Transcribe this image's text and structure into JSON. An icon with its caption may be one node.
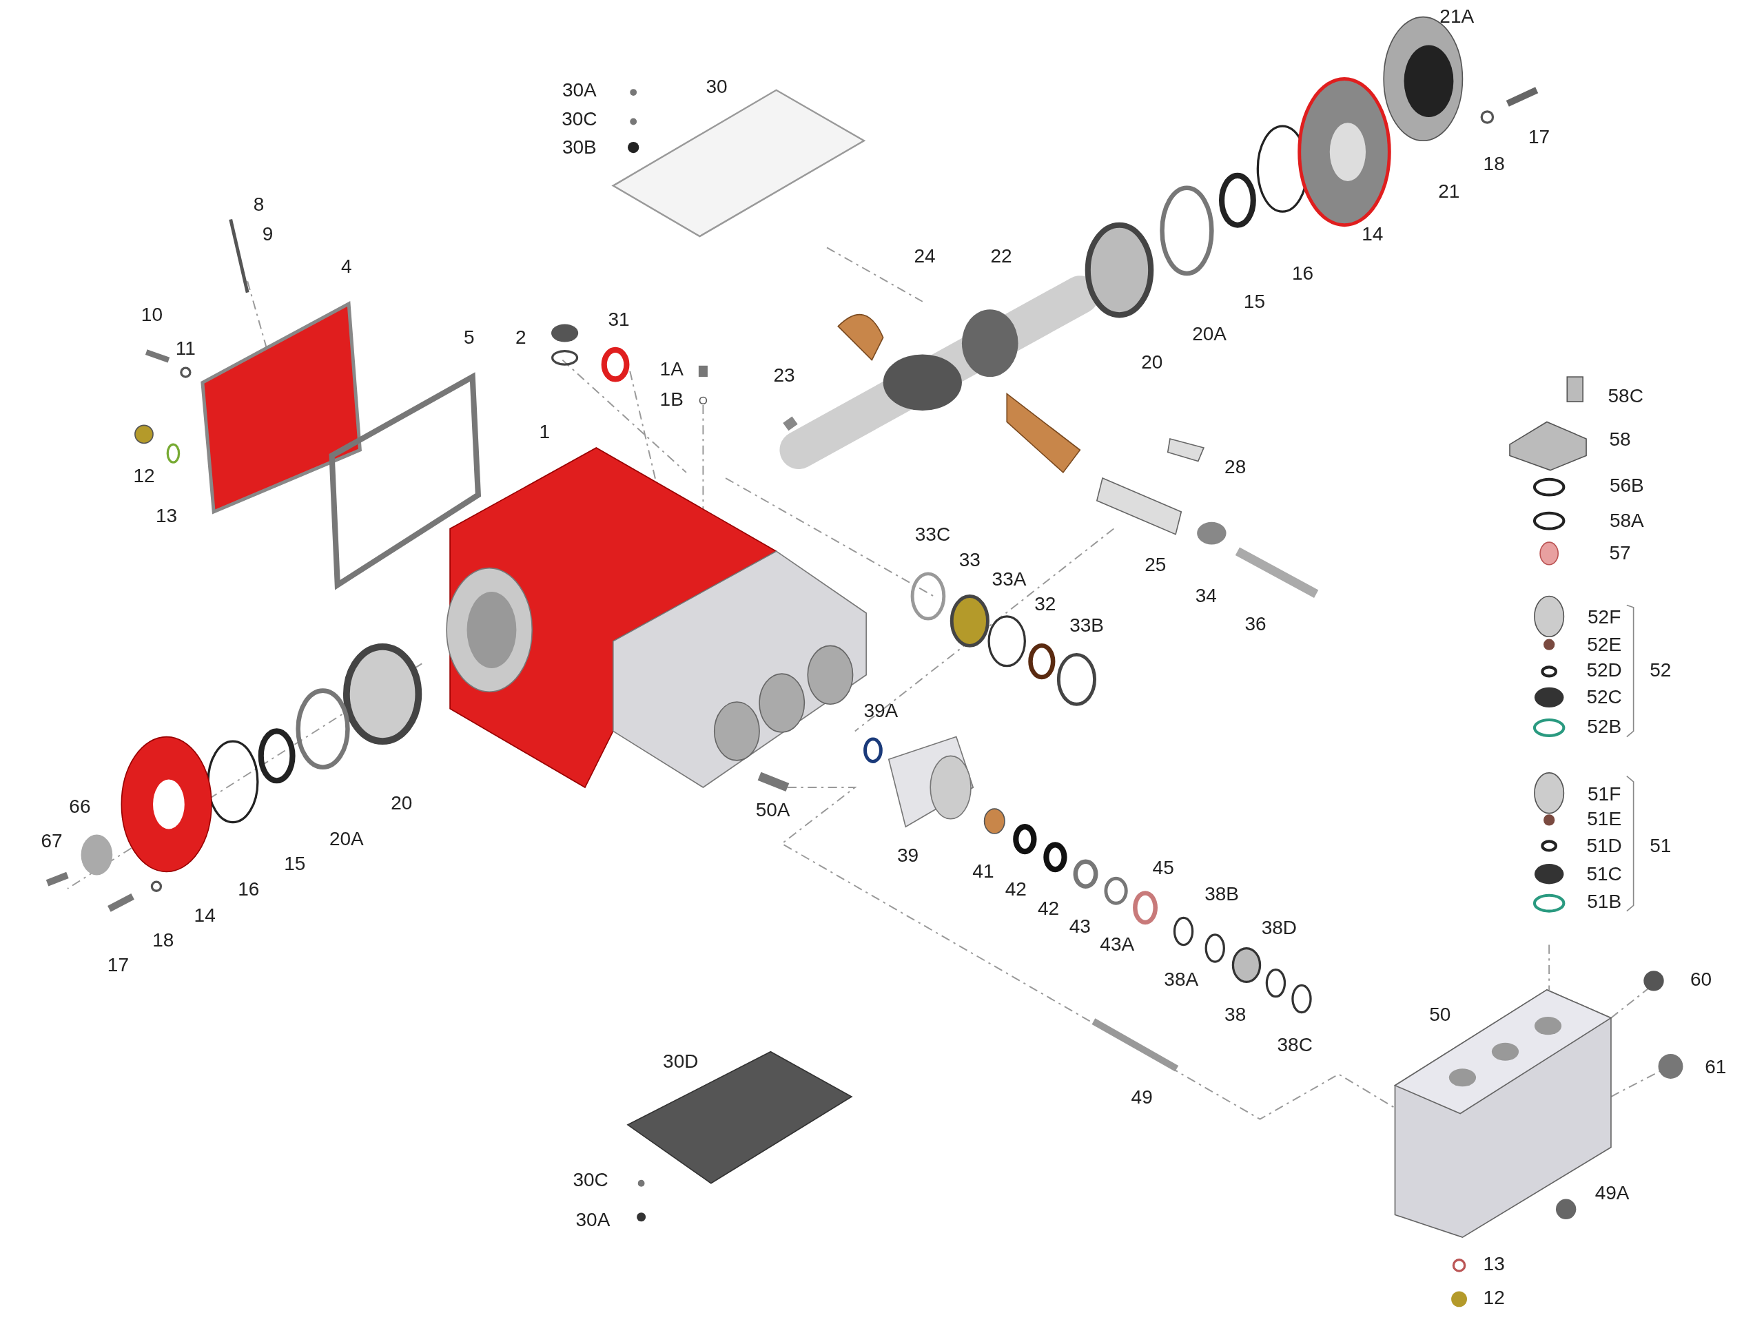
{
  "diagram": {
    "labels": [
      "21A",
      "30",
      "30A",
      "30C",
      "30B",
      "17",
      "18",
      "21",
      "8",
      "9",
      "14",
      "24",
      "22",
      "4",
      "16",
      "15",
      "10",
      "31",
      "20A",
      "5",
      "2",
      "11",
      "20",
      "1A",
      "23",
      "58C",
      "1B",
      "1",
      "58",
      "28",
      "12",
      "56B",
      "13",
      "58A",
      "33C",
      "57",
      "33",
      "25",
      "33A",
      "34",
      "32",
      "52F",
      "36",
      "33B",
      "52E",
      "52",
      "52D",
      "52C",
      "39A",
      "52B",
      "51F",
      "20",
      "66",
      "50A",
      "51E",
      "20A",
      "67",
      "51",
      "51D",
      "39",
      "15",
      "45",
      "41",
      "51C",
      "16",
      "42",
      "38B",
      "14",
      "42",
      "51B",
      "43",
      "38D",
      "18",
      "43A",
      "17",
      "38A",
      "60",
      "50",
      "38",
      "38C",
      "30D",
      "61",
      "49",
      "30C",
      "49A",
      "30A",
      "13",
      "12"
    ]
  }
}
